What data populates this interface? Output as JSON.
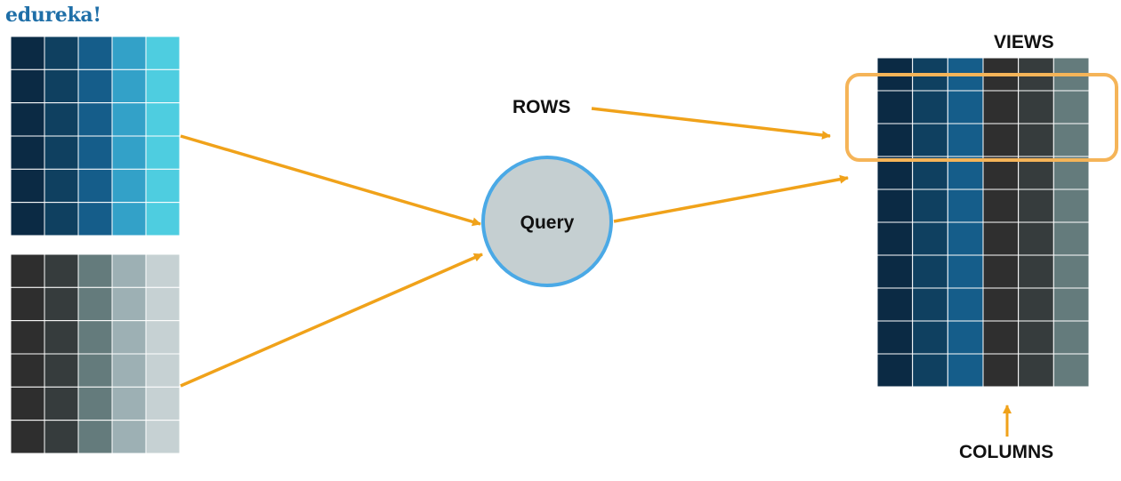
{
  "logo": {
    "text": "edureka!"
  },
  "labels": {
    "rows": "ROWS",
    "views": "VIEWS",
    "columns": "COLUMNS",
    "query": "Query"
  },
  "colors": {
    "blue_table": [
      "#0b2a44",
      "#0f4060",
      "#155d8a",
      "#33a1c8",
      "#4ecde0"
    ],
    "gray_table": [
      "#2e2e2e",
      "#363c3d",
      "#647b7c",
      "#9db0b4",
      "#c6d1d3"
    ],
    "view_table": [
      "#0b2a44",
      "#0f4060",
      "#155d8a",
      "#2f2f2f",
      "#363c3d",
      "#647b7c"
    ],
    "arrow": "#f0a21a",
    "highlight": "#f5b458",
    "query_fill": "#c5cfd1",
    "query_stroke": "#4aa9e6",
    "grid_line": "#ffffff"
  },
  "tables": {
    "blue": {
      "rows": 6,
      "cols": 5
    },
    "gray": {
      "rows": 6,
      "cols": 5
    },
    "view": {
      "rows": 10,
      "cols": 6
    }
  }
}
